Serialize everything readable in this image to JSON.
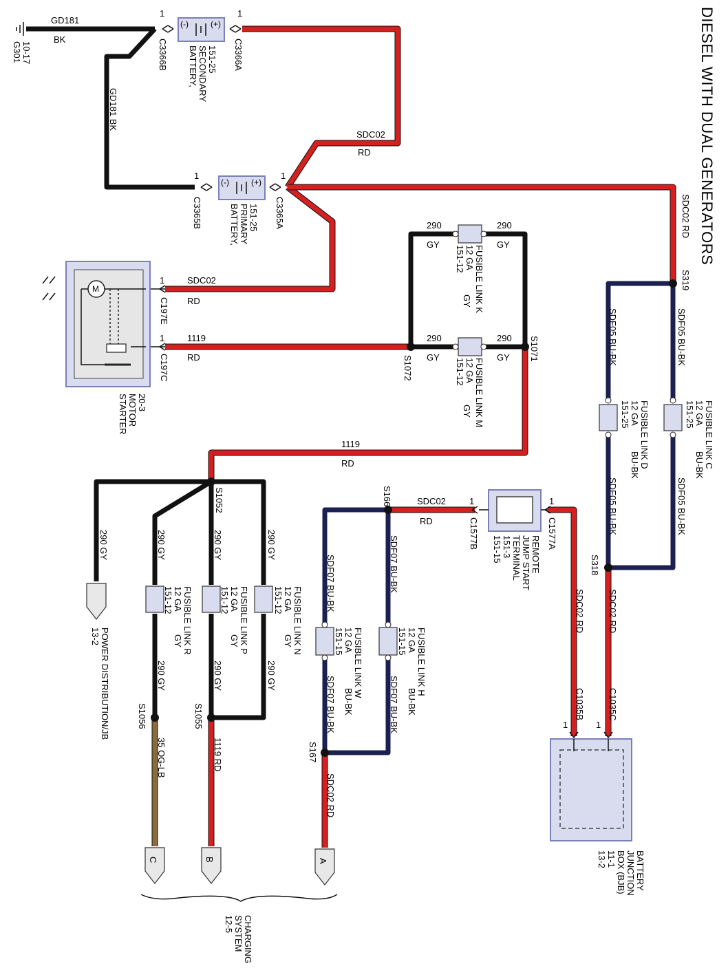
{
  "title": "DIESEL WITH DUAL GENERATORS",
  "ground": {
    "id": "G301",
    "ref": "10-17"
  },
  "wires": {
    "gd181": "GD181",
    "bk": "BK",
    "gd181_bk": "GD181  BK",
    "sdc02": "SDC02",
    "rd": "RD",
    "sdc02_rd": "SDC02  RD",
    "w290": "290",
    "gy": "GY",
    "w290_gy": "290  GY",
    "w1119": "1119",
    "w1119_rd": "1119  RD",
    "sdf05_bubk": "SDF05  BU-BK",
    "sdf07_bubk": "SDF07  BU-BK",
    "w35_oglb": "35  OG-LB"
  },
  "connectors": {
    "c3366b": "C3366B",
    "c3366a": "C3366A",
    "c3365b": "C3365B",
    "c3365a": "C3365A",
    "c197e": "C197E",
    "c197c": "C197C",
    "c1577a": "C1577A",
    "c1577b": "C1577B",
    "c1035b": "C1035B",
    "c1035c": "C1035C",
    "pin1": "1"
  },
  "splices": {
    "s319": "S319",
    "s318": "S318",
    "s1071": "S1071",
    "s1072": "S1072",
    "s1052": "S1052",
    "s166": "S166",
    "s167": "S167",
    "s1055": "S1055",
    "s1056": "S1056"
  },
  "components": {
    "battery_secondary": [
      "BATTERY,",
      "SECONDARY",
      "151-25"
    ],
    "battery_primary": [
      "BATTERY,",
      "PRIMARY",
      "151-25"
    ],
    "starter_motor": [
      "STARTER",
      "MOTOR",
      "20-3"
    ],
    "remote_jump": [
      "REMOTE",
      "JUMP START",
      "TERMINAL",
      "151-3",
      "151-15"
    ],
    "bjb": [
      "BATTERY",
      "JUNCTION",
      "BOX (BJB)",
      "11-1",
      "13-2"
    ],
    "power_dist": [
      "POWER DISTRIBUTION/JB",
      "13-2"
    ],
    "charging": [
      "CHARGING",
      "SYSTEM",
      "12-5"
    ]
  },
  "fusible_links": {
    "k": [
      "FUSIBLE LINK K",
      "12 GA",
      "151-12",
      "GY"
    ],
    "m": [
      "FUSIBLE LINK M",
      "12 GA",
      "151-12",
      "GY"
    ],
    "c": [
      "FUSIBLE LINK C",
      "12 GA",
      "151-25",
      "BU-BK"
    ],
    "d": [
      "FUSIBLE LINK D",
      "12 GA",
      "151-25",
      "BU-BK"
    ],
    "n": [
      "FUSIBLE LINK N",
      "12 GA",
      "151-12",
      "GY"
    ],
    "p": [
      "FUSIBLE LINK P",
      "12 GA",
      "151-12",
      "GY"
    ],
    "r": [
      "FUSIBLE LINK R",
      "12 GA",
      "151-12",
      "GY"
    ],
    "h": [
      "FUSIBLE LINK H",
      "12 GA",
      "151-15",
      "BU-BK"
    ],
    "w": [
      "FUSIBLE LINK W",
      "12 GA",
      "151-15",
      "BU-BK"
    ]
  },
  "terminals": {
    "a": "A",
    "b": "B",
    "c": "C"
  },
  "battery_symbols": {
    "neg": "(-)",
    "pos": "(+)"
  },
  "colors": {
    "red_wire": "#d61f1f",
    "black_wire": "#111111",
    "blue_black_wire": "#1b2050",
    "orange_lightblue_wire": "#8b6a3c",
    "component_fill": "#d9dcef"
  }
}
